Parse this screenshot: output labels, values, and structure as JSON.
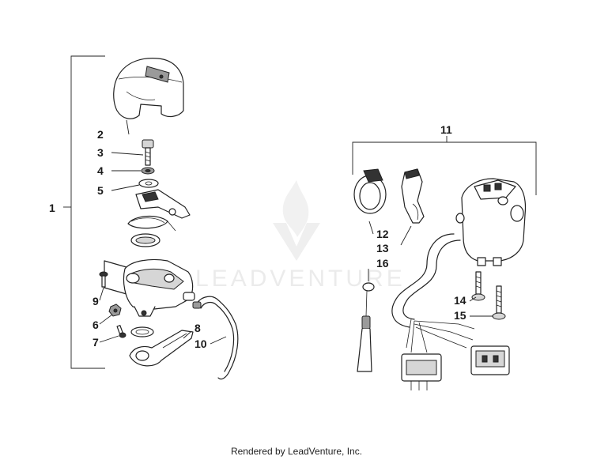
{
  "diagram": {
    "watermark": "LEADVENTURE",
    "callouts": {
      "c1": "1",
      "c2": "2",
      "c3": "3",
      "c4": "4",
      "c5": "5",
      "c6": "6",
      "c7": "7",
      "c8": "8",
      "c9": "9",
      "c10": "10",
      "c11": "11",
      "c12": "12",
      "c13": "13",
      "c14": "14",
      "c15": "15",
      "c16": "16"
    }
  },
  "footer": {
    "credit": "Rendered by LeadVenture, Inc."
  }
}
